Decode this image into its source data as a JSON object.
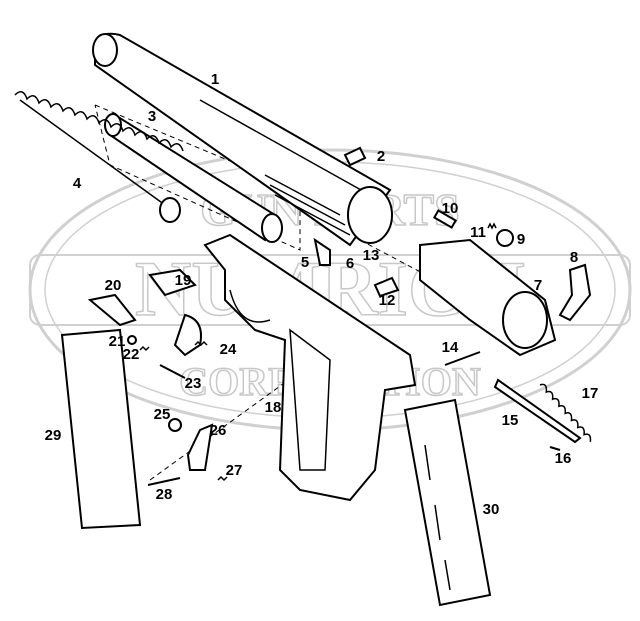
{
  "watermark": {
    "top": "GUN PARTS",
    "middle": "NUMRICH",
    "bottom": "CORPORATION"
  },
  "parts": [
    {
      "id": "1"
    },
    {
      "id": "2"
    },
    {
      "id": "3"
    },
    {
      "id": "4"
    },
    {
      "id": "5"
    },
    {
      "id": "6"
    },
    {
      "id": "7"
    },
    {
      "id": "8"
    },
    {
      "id": "9"
    },
    {
      "id": "10"
    },
    {
      "id": "11"
    },
    {
      "id": "12"
    },
    {
      "id": "13"
    },
    {
      "id": "14"
    },
    {
      "id": "15"
    },
    {
      "id": "16"
    },
    {
      "id": "17"
    },
    {
      "id": "18"
    },
    {
      "id": "19"
    },
    {
      "id": "20"
    },
    {
      "id": "21"
    },
    {
      "id": "22"
    },
    {
      "id": "23"
    },
    {
      "id": "24"
    },
    {
      "id": "25"
    },
    {
      "id": "26"
    },
    {
      "id": "27"
    },
    {
      "id": "28"
    },
    {
      "id": "29"
    },
    {
      "id": "30"
    }
  ]
}
